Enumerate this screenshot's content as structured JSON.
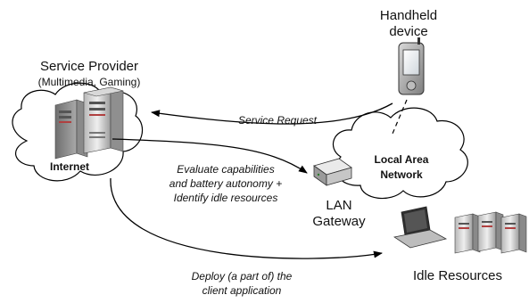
{
  "nodes": {
    "service_provider": {
      "title": "Service Provider",
      "subtitle": "(Multimedia, Gaming)"
    },
    "handheld_device": {
      "line1": "Handheld",
      "line2": "device"
    },
    "internet": {
      "label": "Internet"
    },
    "local_area_network": {
      "line1": "Local Area",
      "line2": "Network"
    },
    "lan_gateway": {
      "line1": "LAN",
      "line2": "Gateway"
    },
    "idle_resources": {
      "label": "Idle Resources"
    }
  },
  "edges": {
    "service_request": {
      "label": "Service Request"
    },
    "evaluate": {
      "line1": "Evaluate capabilities",
      "line2": "and battery autonomy +",
      "line3": "Identify idle resources"
    },
    "deploy": {
      "line1": "Deploy (a part of) the",
      "line2": "client application"
    }
  }
}
